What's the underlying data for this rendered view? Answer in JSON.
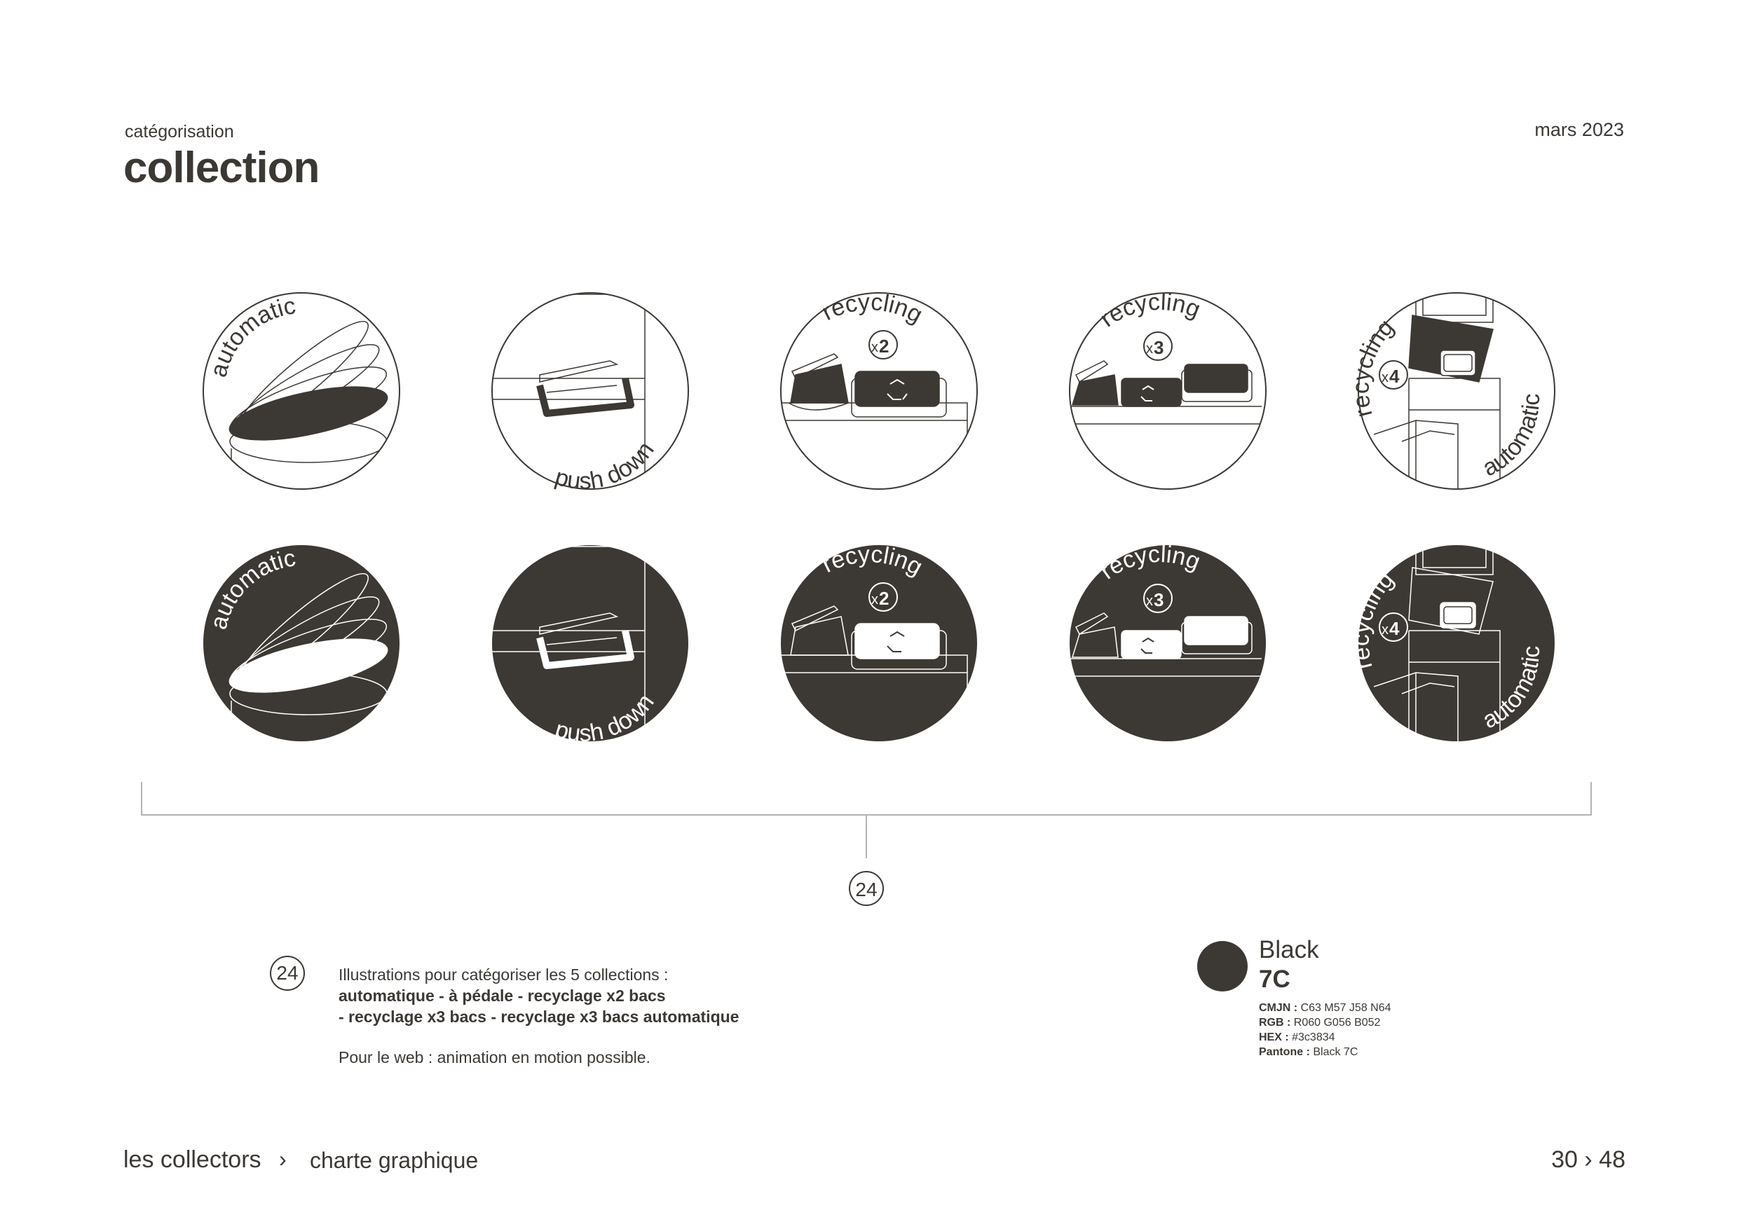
{
  "header": {
    "section": "catégorisation",
    "title": "collection",
    "date": "mars 2023"
  },
  "icons": {
    "automatic": "automatic",
    "push_down": "push down",
    "recycling": "recycling",
    "x2_prefix": "x",
    "x2_value": "2",
    "x3_prefix": "x",
    "x3_value": "3",
    "x4_prefix": "x",
    "x4_value": "4"
  },
  "callout": {
    "number": "24"
  },
  "description": {
    "number": "24",
    "line1": "Illustrations pour catégoriser les 5 collections :",
    "line2": "automatique - à pédale - recyclage x2 bacs",
    "line3": "- recyclage x3 bacs - recyclage x3 bacs automatique",
    "line4": "Pour le web : animation en motion possible."
  },
  "swatch": {
    "color": "#3c3834",
    "name": "Black",
    "code": "7C",
    "cmjn_label": "CMJN :",
    "cmjn_value": "C63 M57 J58 N64",
    "rgb_label": "RGB :",
    "rgb_value": "R060 G056 B052",
    "hex_label": "HEX :",
    "hex_value": "#3c3834",
    "pantone_label": "Pantone :",
    "pantone_value": "Black 7C"
  },
  "footer": {
    "brand": "les collectors",
    "separator": "›",
    "doc": "charte graphique",
    "page_current": "30",
    "page_sep": "›",
    "page_total": "48"
  }
}
